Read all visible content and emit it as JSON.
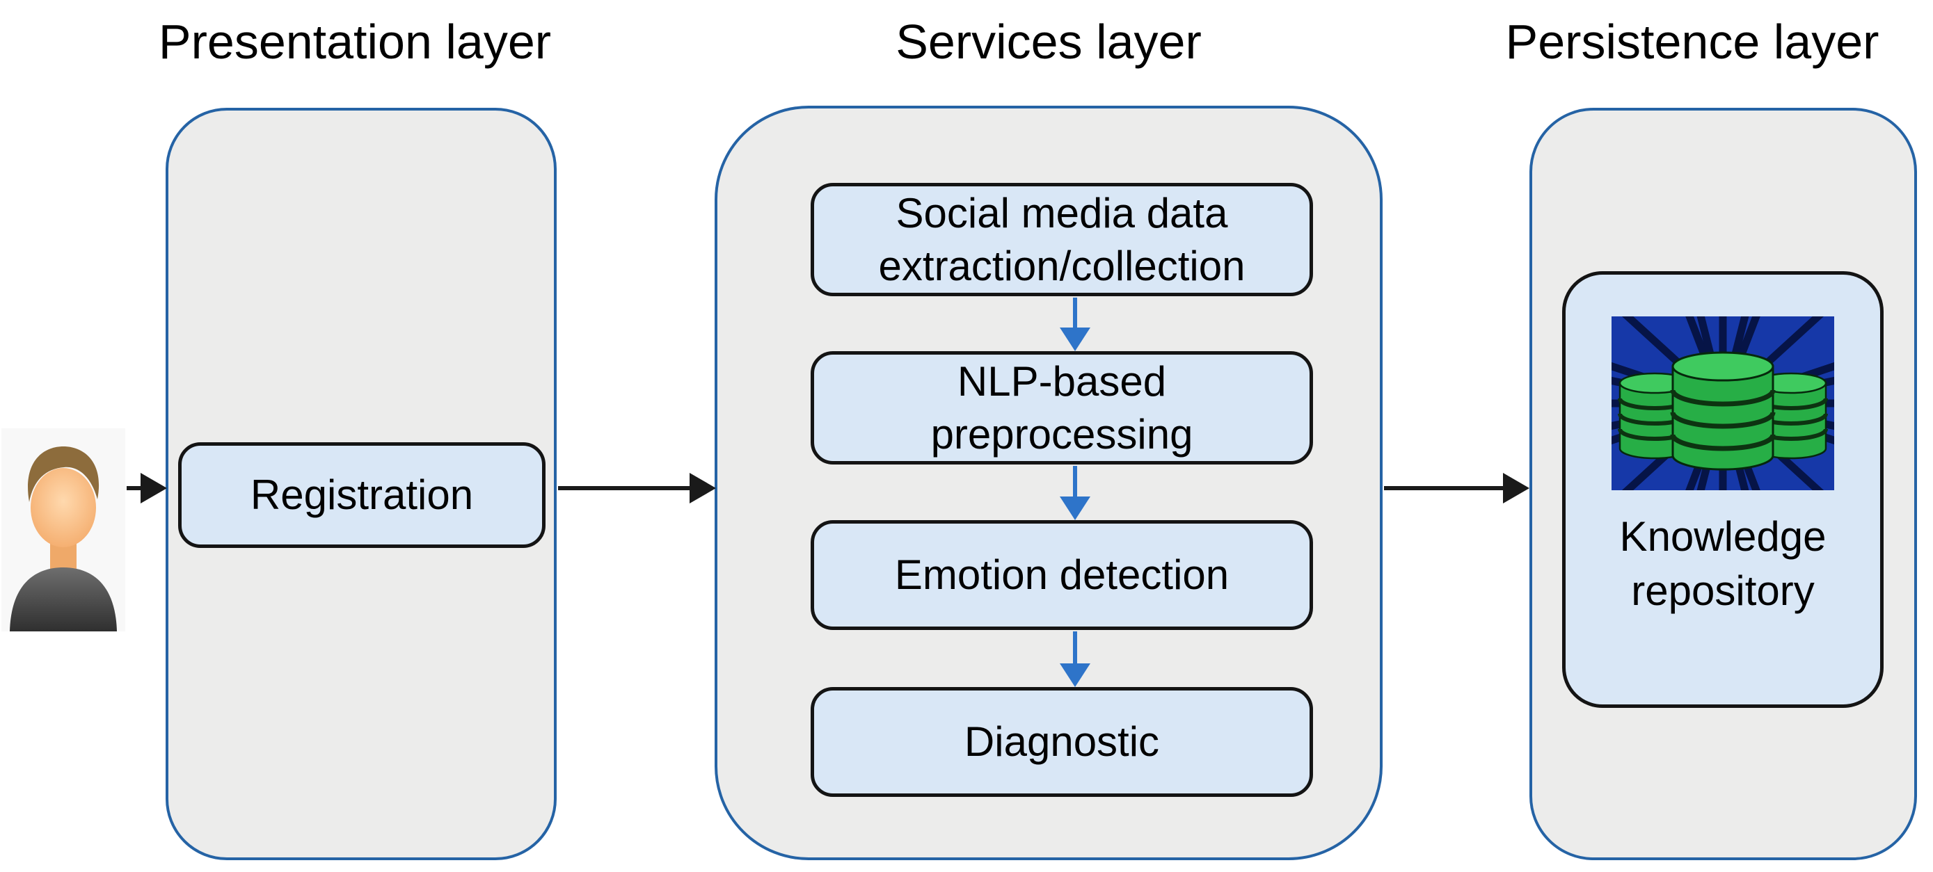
{
  "figure": {
    "type": "layered-architecture-diagram"
  },
  "layers": [
    {
      "title": "Presentation layer",
      "boxes": [
        {
          "lines": [
            "Registration"
          ]
        }
      ]
    },
    {
      "title": "Services layer",
      "boxes": [
        {
          "lines": [
            "Social media data",
            "extraction/collection"
          ]
        },
        {
          "lines": [
            "NLP-based",
            "preprocessing"
          ]
        },
        {
          "lines": [
            "Emotion detection"
          ]
        },
        {
          "lines": [
            "Diagnostic"
          ]
        }
      ]
    },
    {
      "title": "Persistence layer",
      "boxes": [
        {
          "lines": [
            "Knowledge",
            "repository"
          ]
        }
      ]
    }
  ],
  "icons": {
    "user": "user-icon",
    "knowledge_repository": "database-icon"
  },
  "colors": {
    "container_fill": "#ececeb",
    "container_border": "#2563a5",
    "box_fill": "#d9e7f6",
    "box_border": "#141414",
    "flow_arrow_blue": "#2e74c9",
    "connector_arrow_black": "#1a1a1a",
    "database_green": "#27ae46",
    "database_green_light": "#3fca5f",
    "database_navy": "#1638a8",
    "text": "#000000"
  }
}
